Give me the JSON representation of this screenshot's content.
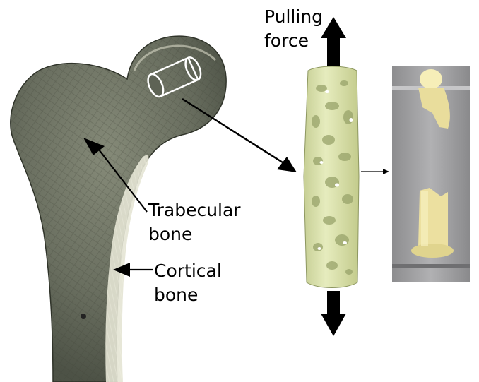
{
  "labels": {
    "pulling_force": [
      "Pulling",
      "force"
    ],
    "trabecular_bone": [
      "Trabecular",
      "bone"
    ],
    "cortical_bone": [
      "Cortical",
      "bone"
    ]
  },
  "colors": {
    "background": "#ffffff",
    "bone_shade": "#6f7464",
    "bone_light": "#c9cab8",
    "cortical_shell": "#e4e4d4",
    "specimen": "#dfe6b4",
    "specimen_pore": "#8f9a62",
    "photo_bg": "#9a9a9c",
    "photo_specimen": "#eee3a4",
    "arrow": "#000000"
  },
  "icons": {
    "force_arrows": "thick-arrow-icon",
    "core_sample": "cylinder-outline-icon"
  }
}
